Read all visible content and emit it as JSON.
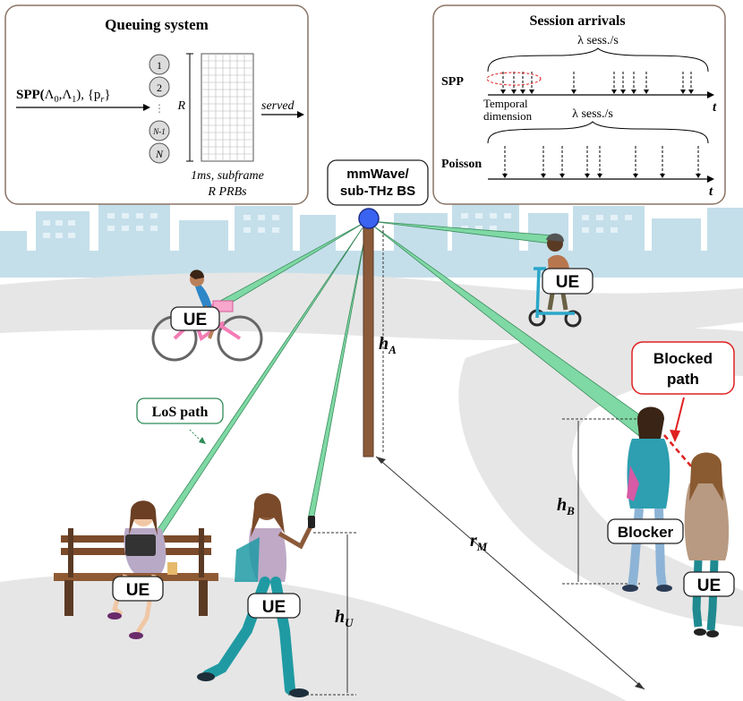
{
  "queuing": {
    "title": "Queuing system",
    "arrival_label": "SPP(",
    "arrival_l0": "Λ",
    "arrival_l0_sub": "0",
    "arrival_sep": ",",
    "arrival_l1": "Λ",
    "arrival_l1_sub": "1",
    "arrival_pr": "), {p",
    "arrival_pr_sub": "r",
    "arrival_close": "}",
    "servers": [
      "1",
      "2",
      "N-1",
      "N"
    ],
    "r_label": "R",
    "served_label": "served",
    "grid_caption_1": "1ms, subframe",
    "grid_caption_2": "R PRBs"
  },
  "sessions": {
    "title": "Session arrivals",
    "rate_top": "λ sess./s",
    "rate_bottom": "λ sess./s",
    "spp_label": "SPP",
    "poisson_label": "Poisson",
    "temporal_1": "Temporal",
    "temporal_2": "dimension",
    "t_label_1": "t",
    "t_label_2": "t"
  },
  "bs": {
    "label_1": "mmWave/",
    "label_2": "sub-THz BS"
  },
  "labels": {
    "ue": "UE",
    "los": "LoS path",
    "blocked_1": "Blocked",
    "blocked_2": "path",
    "blocker": "Blocker"
  },
  "heights": {
    "h_a": "h",
    "h_a_sub": "A",
    "h_b": "h",
    "h_b_sub": "B",
    "h_u": "h",
    "h_u_sub": "U",
    "r_m": "r",
    "r_m_sub": "M"
  },
  "colors": {
    "beam": "#6fd39a",
    "sky": "#bfdde9",
    "ground": "#e6e6e6",
    "bs_dot": "#3a63f2",
    "blocked": "#e02020"
  }
}
